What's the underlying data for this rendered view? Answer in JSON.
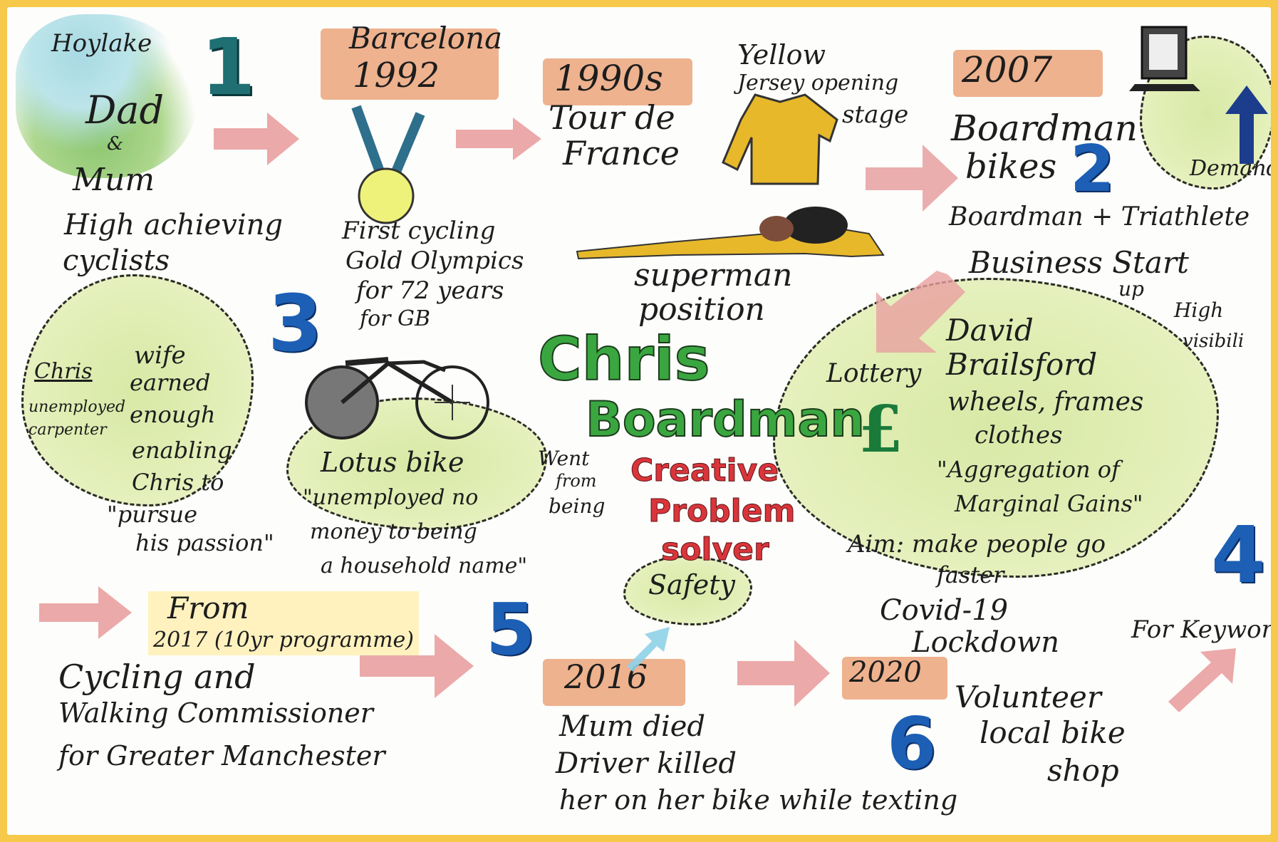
{
  "sections": {
    "hoylake": {
      "place": "Hoylake",
      "number": "1",
      "lines": [
        "Dad",
        "&",
        "Mum",
        "High achieving",
        "cyclists"
      ]
    },
    "barcelona": {
      "title_line1": "Barcelona",
      "title_line2": "1992",
      "lines": [
        "First cycling",
        "Gold Olympics",
        "for 72 years",
        "for GB"
      ]
    },
    "tour": {
      "year": "1990s",
      "lines": [
        "Tour de",
        "France"
      ]
    },
    "jersey": {
      "lines": [
        "Yellow",
        "Jersey opening",
        "stage"
      ],
      "superman": [
        "superman",
        "position"
      ]
    },
    "boardman_bikes": {
      "year": "2007",
      "number": "2",
      "lines": [
        "Boardman",
        "bikes"
      ],
      "line_triathlete": "Boardman + Triathlete",
      "line_business": "Business Start",
      "line_up": "up",
      "demand": "Demand",
      "visibility": [
        "High",
        "visibili"
      ]
    },
    "wife": {
      "number": "3",
      "left": [
        "Chris",
        "unemployed",
        "carpenter"
      ],
      "right": [
        "wife",
        "earned",
        "enough",
        "enabling",
        "Chris to",
        "\"pursue",
        "his passion\""
      ]
    },
    "lotus": {
      "lines": [
        "Lotus bike",
        "\"unemployed no",
        "money to being",
        "a household name\""
      ],
      "went": [
        "Went",
        "from",
        "being"
      ]
    },
    "center": {
      "name1": "Chris",
      "name2": "Boardman",
      "role1": "Creative",
      "role2": "Problem",
      "role3": "solver",
      "safety": "Safety"
    },
    "lottery": {
      "number": "4",
      "lottery": "Lottery",
      "pound": "£",
      "lines": [
        "David",
        "Brailsford",
        "wheels, frames",
        "clothes",
        "\"Aggregation of",
        "Marginal Gains\"",
        "Aim: make people go",
        "faster"
      ]
    },
    "commissioner": {
      "number": "5",
      "from": "From",
      "programme": "2017 (10yr programme)",
      "lines": [
        "Cycling and",
        "Walking Commissioner",
        "for Greater Manchester"
      ]
    },
    "mum": {
      "year": "2016",
      "lines": [
        "Mum died",
        "Driver killed",
        "her on her bike while texting"
      ]
    },
    "covid": {
      "number": "6",
      "header": [
        "Covid-19",
        "Lockdown"
      ],
      "year": "2020",
      "lines": [
        "Volunteer",
        "local bike",
        "shop"
      ],
      "keyworkers": "For Keywor"
    }
  },
  "colors": {
    "frame": "#f7c94a",
    "tag": "#eba47a",
    "blob": "#d8e9a6",
    "number_blue": "#1c5fb5",
    "number_teal": "#1f6f73",
    "arrow": "#e89a9a",
    "title_green": "#3aa640",
    "title_red": "#d9353b",
    "jersey": "#e7b82a"
  }
}
